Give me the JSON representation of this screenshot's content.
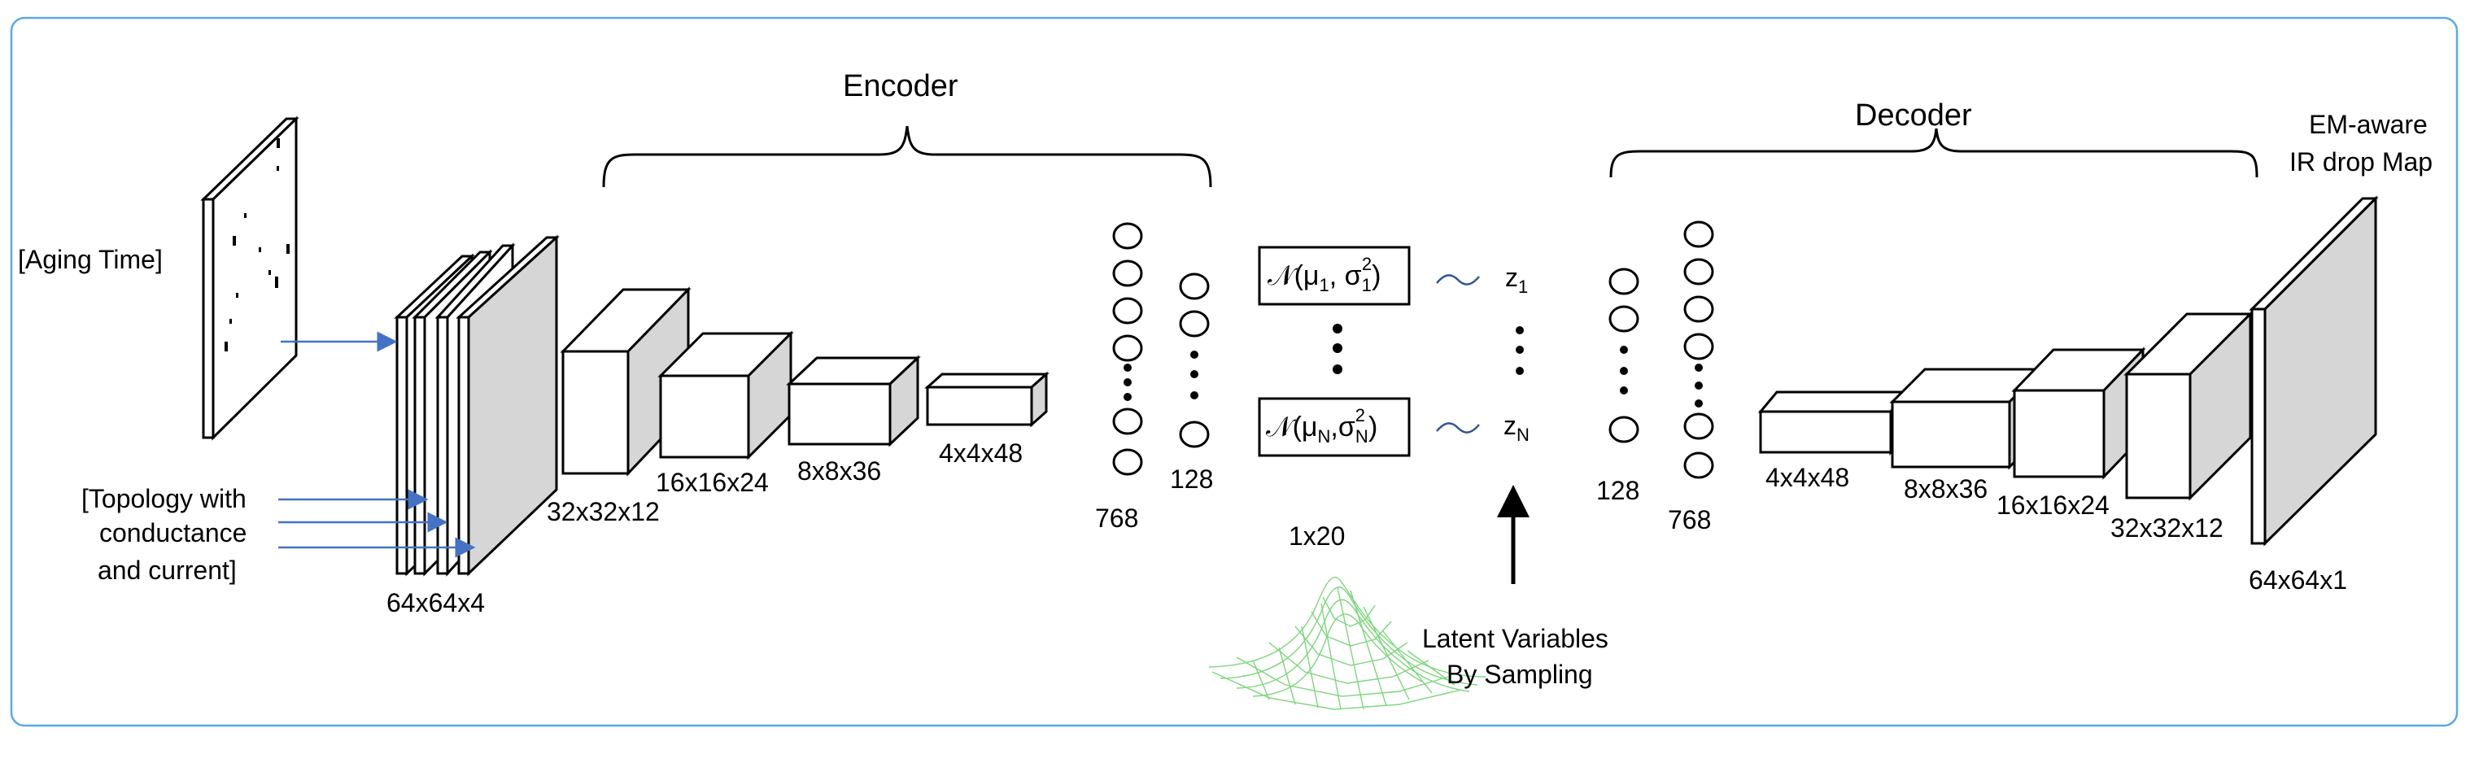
{
  "encoder_title": "Encoder",
  "decoder_title": "Decoder",
  "output_title": [
    "EM-aware",
    "IR drop Map"
  ],
  "input_aging": "[Aging Time]",
  "input_topology": [
    "[Topology with",
    "conductance",
    "and current]"
  ],
  "dims": {
    "input": "64x64x4",
    "enc1": "32x32x12",
    "enc2": "16x16x24",
    "enc3": "8x8x36",
    "enc4": "4x4x48",
    "enc_fc1": "768",
    "enc_fc2": "128",
    "latent": "1x20",
    "dec_fc1": "128",
    "dec_fc2": "768",
    "dec1": "4x4x48",
    "dec2": "8x8x36",
    "dec3": "16x16x24",
    "dec4": "32x32x12",
    "output": "64x64x1"
  },
  "dist": {
    "symbol": "𝒩",
    "first": "(μ",
    "first_sub": "1",
    "first_mid": ", σ",
    "first_sub2": "1",
    "last": "(μ",
    "last_sub": "N",
    "last_mid": ",σ",
    "last_sub2": "N",
    "sup": "2",
    "close": ")",
    "tilde": "~",
    "z": "z",
    "z1_sub": "1",
    "zn_sub": "N"
  },
  "sampling_label": [
    "Latent Variables",
    "By Sampling"
  ],
  "colors": {
    "frame": "#5aa9e6",
    "arrow": "#4472c4",
    "side_face": "#d6d6d6",
    "gaussian": "#7cd67c"
  }
}
